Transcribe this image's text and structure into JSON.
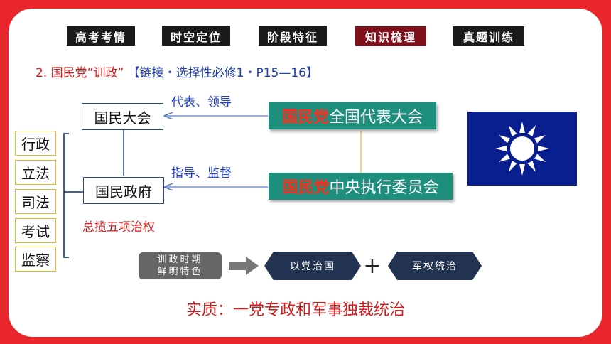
{
  "nav": {
    "tabs": [
      {
        "label": "高考考情"
      },
      {
        "label": "时空定位"
      },
      {
        "label": "阶段特征"
      },
      {
        "label": "知识梳理"
      },
      {
        "label": "真题训练"
      }
    ],
    "active_index": 3
  },
  "heading": {
    "number": "2.",
    "title": "国民党“训政”",
    "link": "【链接・选择性必修1・P15—16】"
  },
  "diagram": {
    "national_assembly": "国民大会",
    "national_government": "国民政府",
    "label_represent": "代表、领导",
    "label_guide": "指导、监督",
    "congress_prefix": "国民党",
    "congress_suffix": "全国代表大会",
    "cec_prefix": "国民党",
    "cec_suffix": "中央执行委员会",
    "five_powers": [
      "行政",
      "立法",
      "司法",
      "考试",
      "监察"
    ],
    "five_powers_caption": "总揽五项治权"
  },
  "features": {
    "period_line1": "训政时期",
    "period_line2": "鲜明特色",
    "party_rule": "以党治国",
    "plus": "+",
    "military_rule": "军权统治"
  },
  "essence": "实质：一党专政和军事独裁统治",
  "colors": {
    "frame": "#e8262b",
    "active_tab": "#7e0f1a",
    "teal": "#1f8f7d",
    "flag_blue": "#0a1f8f"
  }
}
